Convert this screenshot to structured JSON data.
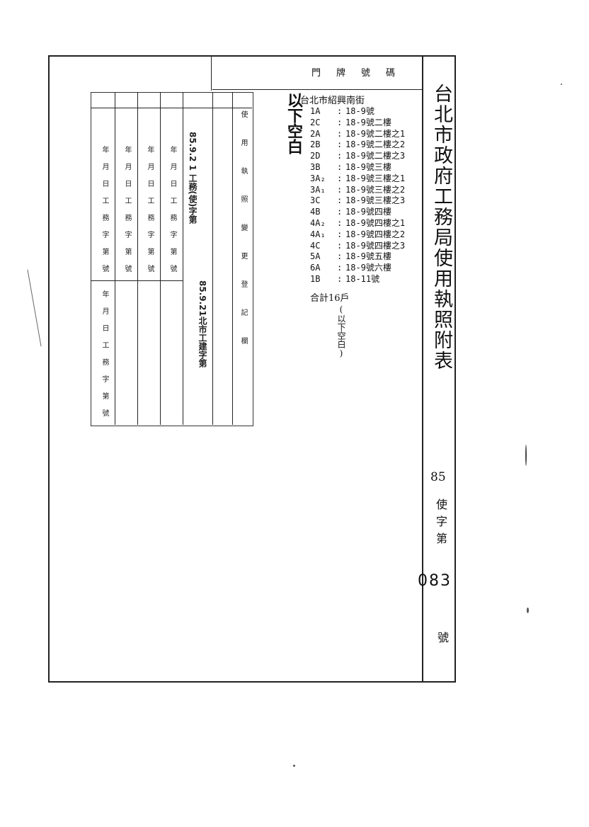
{
  "title": "台北市政府工務局使用執照附表",
  "page_number": "85",
  "serial": {
    "prefix": "使字第",
    "number": "083",
    "suffix": "號"
  },
  "table_header": "門牌號碼",
  "street": "台北市紹興南街",
  "addresses": [
    {
      "unit": "1A",
      "address": "18-9號"
    },
    {
      "unit": "2C",
      "address": "18-9號二樓"
    },
    {
      "unit": "2A",
      "address": "18-9號二樓之1"
    },
    {
      "unit": "2B",
      "address": "18-9號二樓之2"
    },
    {
      "unit": "2D",
      "address": "18-9號二樓之3"
    },
    {
      "unit": "3B",
      "address": "18-9號三樓"
    },
    {
      "unit": "3A₂",
      "address": "18-9號三樓之1"
    },
    {
      "unit": "3A₁",
      "address": "18-9號三樓之2"
    },
    {
      "unit": "3C",
      "address": "18-9號三樓之3"
    },
    {
      "unit": "4B",
      "address": "18-9號四樓"
    },
    {
      "unit": "4A₂",
      "address": "18-9號四樓之1"
    },
    {
      "unit": "4A₁",
      "address": "18-9號四樓之2"
    },
    {
      "unit": "4C",
      "address": "18-9號四樓之3"
    },
    {
      "unit": "5A",
      "address": "18-9號五樓"
    },
    {
      "unit": "6A",
      "address": "18-9號六樓"
    },
    {
      "unit": "1B",
      "address": "18-11號"
    }
  ],
  "total": "合計16戶",
  "blank_note": "(以下空白)",
  "handwritten_note": "以下空白",
  "slip": {
    "header_left": "使用執照變更登記欄",
    "columns": [
      "年月日工務字第號",
      "年月日工務字第號",
      "年月日工務字第號",
      "年月日工務字第號",
      "年月日工務字第號"
    ],
    "stamp_1": "85.9.2 1 工務(使)字第",
    "stamp_2": "85.9.21北市工建字第"
  }
}
